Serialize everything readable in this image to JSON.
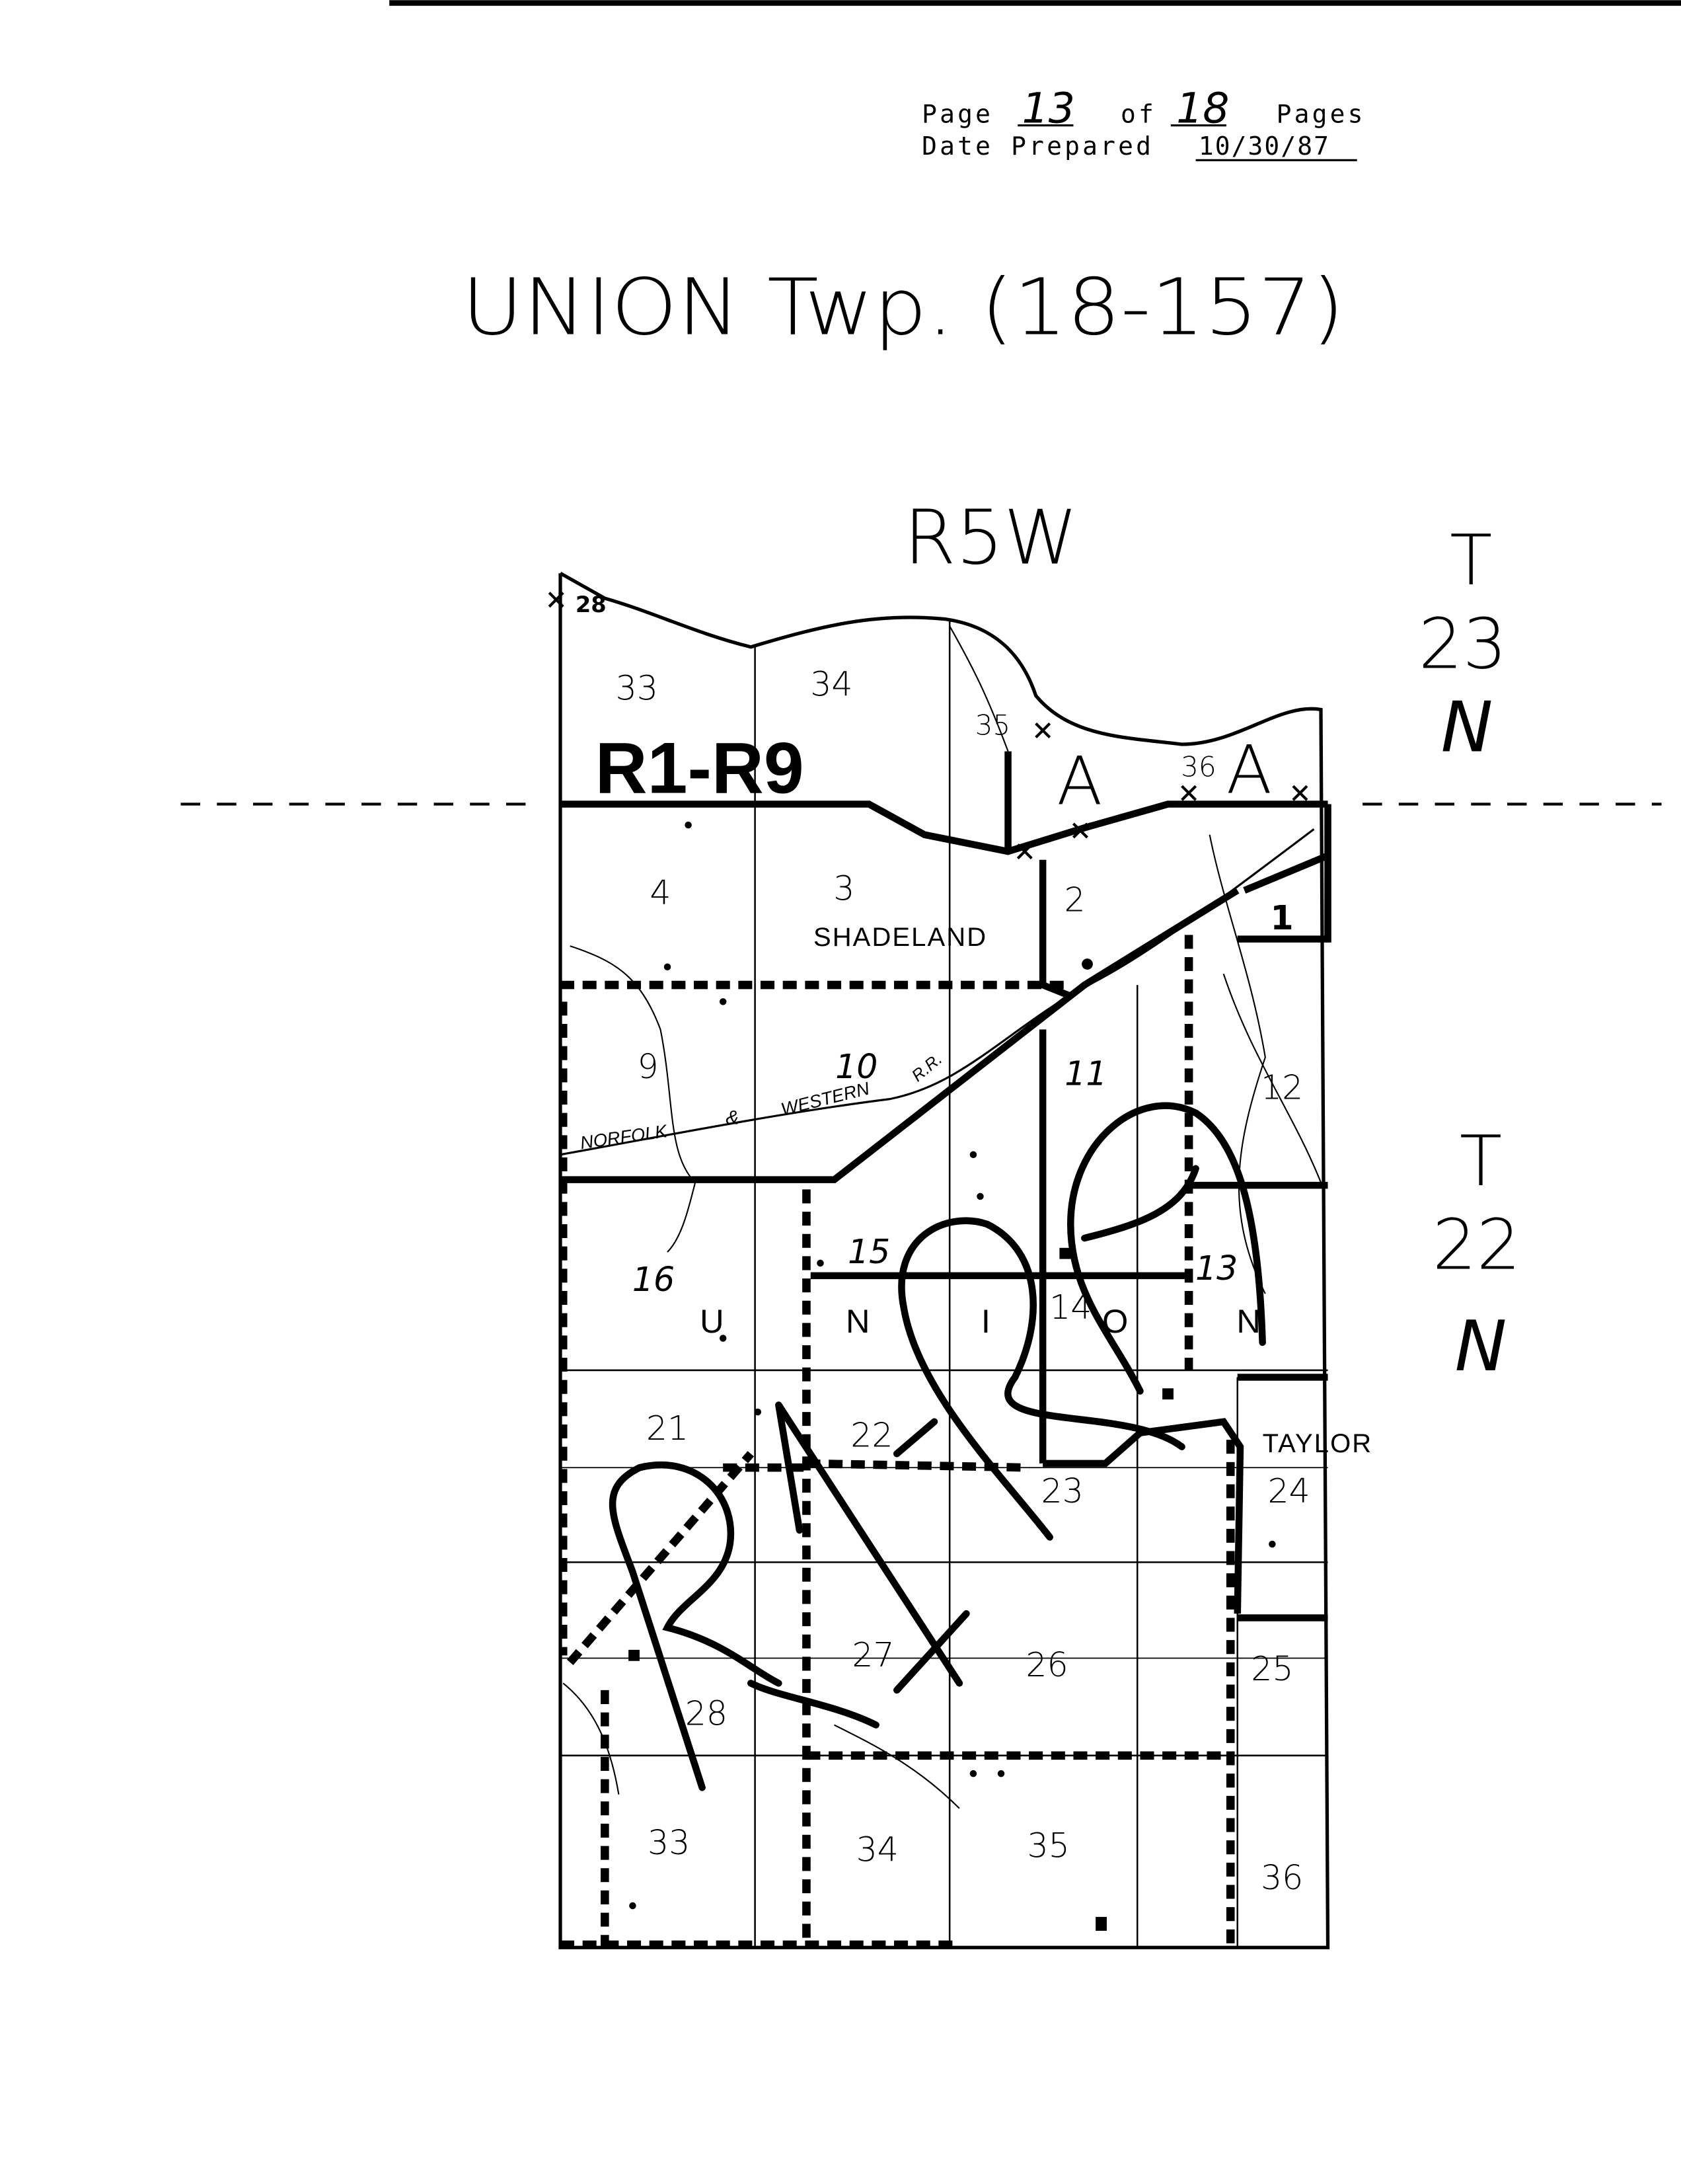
{
  "header": {
    "page_label": "Page",
    "page_number": "13",
    "of_label": "of",
    "total_pages": "18",
    "pages_label": "Pages",
    "date_label": "Date Prepared",
    "date_value": "10/30/87"
  },
  "title": "UNION Twp. (18-157)",
  "range_label": "R5W",
  "township_north": [
    "T",
    "23",
    "N"
  ],
  "township_south": [
    "T",
    "22",
    "N"
  ],
  "map": {
    "annotations": {
      "route_label": "R1-R9",
      "area_a1": "A",
      "area_a2": "A",
      "handwritten_loops": "R"
    },
    "place_labels": {
      "shadeland": "SHADELAND",
      "taylor": "TAYLOR",
      "railroad_norfolk": "NORFOLK",
      "railroad_and": "&",
      "railroad_western": "WESTERN",
      "railroad_rr": "R.R.",
      "township_letters": [
        "U",
        "N",
        "I",
        "O",
        "N"
      ]
    },
    "north_sections": [
      "28",
      "33",
      "34",
      "35",
      "36"
    ],
    "sections": [
      "1",
      "2",
      "3",
      "4",
      "9",
      "10",
      "11",
      "12",
      "13",
      "14",
      "15",
      "16",
      "21",
      "22",
      "23",
      "24",
      "25",
      "26",
      "27",
      "28",
      "33",
      "34",
      "35",
      "36"
    ]
  }
}
